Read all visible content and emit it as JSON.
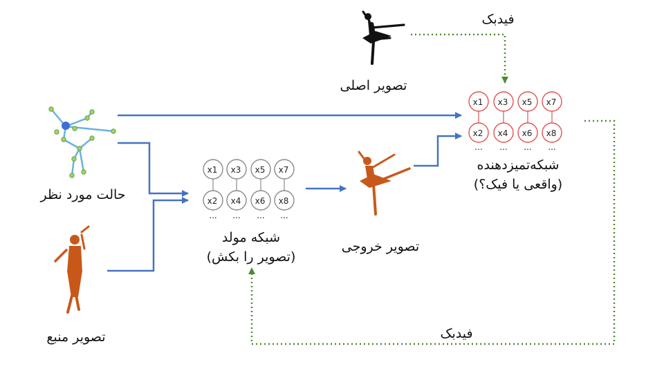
{
  "labels": {
    "real_image": "تصویر اصلی",
    "pose": "حالت مورد نظر",
    "source_image": "تصویر منبع",
    "generator_line1": "شبکه مولد",
    "generator_line2": "(تصویر را بکش)",
    "output_image": "تصویر خروجی",
    "discriminator_line1": "شبکه‌تمیزدهنده",
    "discriminator_line2": "(واقعی یا فیک؟)",
    "feedback_top": "فیدبک",
    "feedback_bottom": "فیدبک"
  },
  "network_nodes": {
    "top": [
      "x1",
      "x3",
      "x5",
      "x7"
    ],
    "bottom": [
      "x2",
      "x4",
      "x6",
      "x8"
    ],
    "ellipsis": "..."
  },
  "colors": {
    "arrow": "#4472c4",
    "feedback": "#4e8a2e",
    "generator_node": "#8a8a8a",
    "discriminator_node": "#e05252",
    "figure_orange": "#c8581a",
    "figure_black": "#111111",
    "pose_skeleton": "#69b2e0",
    "pose_joint": "#9fd26a",
    "pose_head": "#3f6fd0"
  },
  "icons": [
    "ballerina-black-icon",
    "pose-skeleton-icon",
    "dancer-orange-icon",
    "ballerina-orange-icon"
  ]
}
